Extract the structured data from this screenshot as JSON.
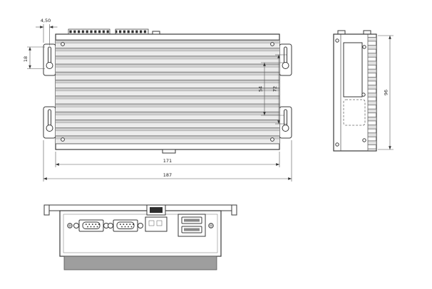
{
  "drawing": {
    "dimensions": {
      "ear_offset": "4,50",
      "keyhole_height": "18",
      "mount_span_inner": "54",
      "mount_span_outer": "72",
      "side_height": "96",
      "body_width": "171",
      "overall_width": "187"
    },
    "colors": {
      "terminal_green": "#2e7d32",
      "band_gray": "#9e9e9e"
    }
  }
}
